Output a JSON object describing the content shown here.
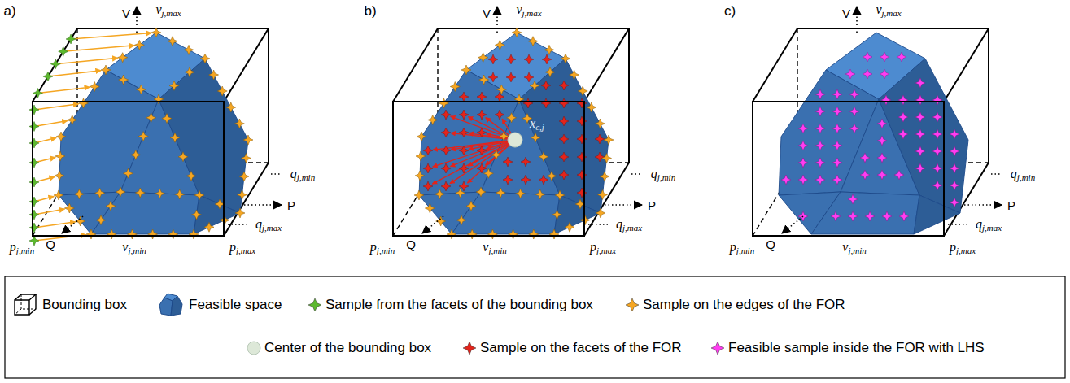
{
  "diagram": {
    "labels": [
      "a)",
      "V",
      "vj,max",
      "P",
      "qj,min",
      "qj,max",
      "pj,max",
      "vj,min",
      "Q",
      "pj,min",
      "b)",
      "V",
      "vj,max",
      "P",
      "qj,min",
      "qj,max",
      "pj,max",
      "vj,min",
      "Q",
      "pj,min",
      "xc,j",
      "c)",
      "V",
      "vj,max",
      "P",
      "qj,min",
      "qj,max",
      "pj,max",
      "vj,min",
      "Q",
      "pj,min"
    ],
    "legend": [
      {
        "text": "Bounding box"
      },
      {
        "text": "Feasible space"
      },
      {
        "text": "Sample from the facets of the bounding box",
        "color": "#5cb82e"
      },
      {
        "text": "Sample on the edges of the FOR",
        "color": "#f5a623"
      },
      {
        "text": "Center of the bounding box",
        "color": "#dde8d8"
      },
      {
        "text": "Sample on the facets of the FOR",
        "color": "#e3241b"
      },
      {
        "text": "Feasible sample inside the FOR with LHS",
        "color": "#ff3df0"
      }
    ]
  }
}
